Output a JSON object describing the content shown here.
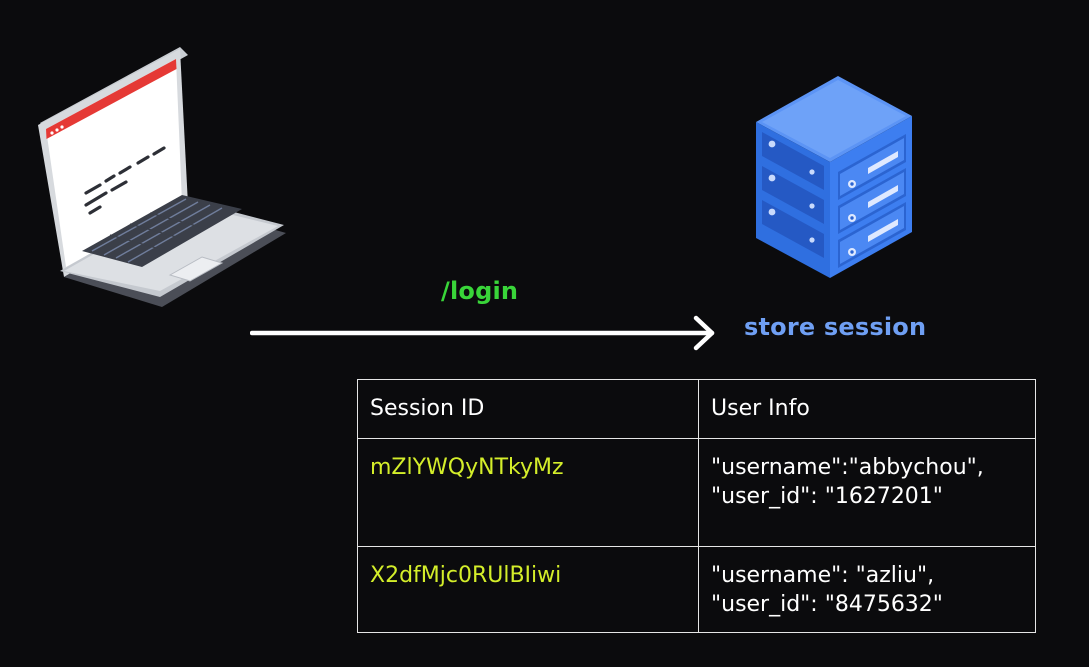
{
  "labels": {
    "route": "/login",
    "store": "store session"
  },
  "table": {
    "headers": [
      "Session ID",
      "User Info"
    ],
    "rows": [
      {
        "session_id": "mZlYWQyNTkyMz",
        "user_info": [
          "\"username\":\"abbychou\",",
          "\"user_id\": \"1627201\""
        ]
      },
      {
        "session_id": "X2dfMjc0RUlBIiwi",
        "user_info": [
          "\"username\": \"azliu\",",
          "\"user_id\": \"8475632\""
        ]
      }
    ]
  },
  "colors": {
    "background": "#0b0b0d",
    "route_label": "#39d539",
    "store_label": "#6f9ff3",
    "session_id": "#d4ee2a",
    "server_blue": "#3d7ef0",
    "laptop_accent": "#e53935"
  },
  "icons": {
    "client": "laptop-icon",
    "server": "server-rack-icon",
    "flow": "arrow-right-icon"
  }
}
